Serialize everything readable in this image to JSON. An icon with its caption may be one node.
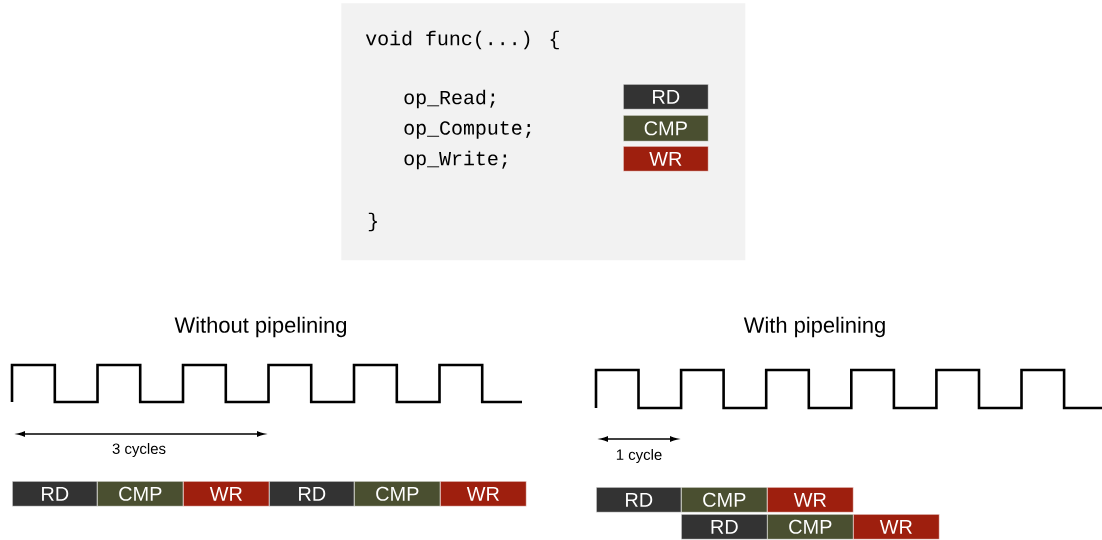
{
  "diagram": {
    "nodes": [
      {
        "text": [
          "void func(...) {",
          "op_Read;",
          "op_Compute;",
          "op_Write;",
          "}"
        ]
      },
      {
        "text": [
          "RD"
        ],
        "in": 0
      },
      {
        "text": [
          "CMP"
        ],
        "in": 0
      },
      {
        "text": [
          "WR"
        ],
        "in": 0
      },
      {
        "text": [
          "RD"
        ]
      },
      {
        "text": [
          "CMP"
        ]
      },
      {
        "text": [
          "WR"
        ]
      },
      {
        "text": [
          "RD"
        ]
      },
      {
        "text": [
          "CMP"
        ]
      },
      {
        "text": [
          "WR"
        ]
      },
      {
        "text": [
          "RD"
        ]
      },
      {
        "text": [
          "CMP"
        ]
      },
      {
        "text": [
          "WR"
        ]
      },
      {
        "text": [
          "RD"
        ]
      },
      {
        "text": [
          "CMP"
        ]
      },
      {
        "text": [
          "WR"
        ]
      }
    ],
    "labels": [
      "Without pipelining",
      "With pipelining",
      "3 cycles",
      "1 cycle"
    ]
  }
}
